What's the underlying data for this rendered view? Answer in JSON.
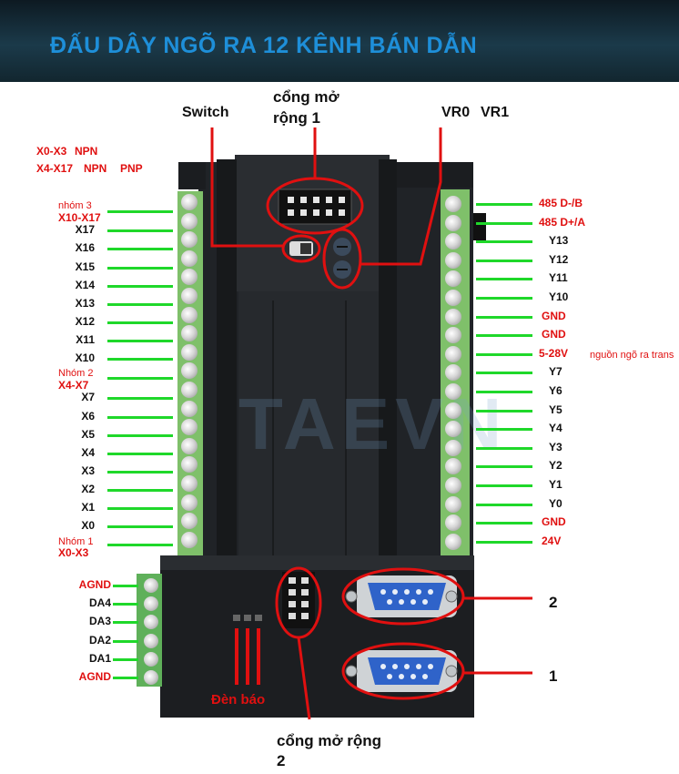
{
  "banner": {
    "title": "ĐẤU DÂY NGÕ RA 12 KÊNH BÁN DẪN"
  },
  "top_labels": {
    "switch": "Switch",
    "expansion_port_1_line1": "cổng mở",
    "expansion_port_1_line2": "rộng 1",
    "vr0": "VR0",
    "vr1": "VR1"
  },
  "input_header": {
    "line1_range": "X0-X3",
    "line1_type": "NPN",
    "line2_range": "X4-X17",
    "line2_type1": "NPN",
    "line2_type2": "PNP"
  },
  "left_pins": [
    "X17",
    "X16",
    "X15",
    "X14",
    "X13",
    "X12",
    "X11",
    "X10",
    "X7",
    "X6",
    "X5",
    "X4",
    "X3",
    "X2",
    "X1",
    "X0"
  ],
  "groups": [
    {
      "name": "nhóm 3",
      "range": "X10-X17"
    },
    {
      "name": "Nhóm 2",
      "range": "X4-X7"
    },
    {
      "name": "Nhóm 1",
      "range": "X0-X3"
    }
  ],
  "right_pins": [
    {
      "label": "485 D-/B",
      "color": "#e01010"
    },
    {
      "label": "485 D+/A",
      "color": "#e01010"
    },
    {
      "label": "Y13",
      "color": "#111111"
    },
    {
      "label": "Y12",
      "color": "#111111"
    },
    {
      "label": "Y11",
      "color": "#111111"
    },
    {
      "label": "Y10",
      "color": "#111111"
    },
    {
      "label": "GND",
      "color": "#e01010"
    },
    {
      "label": "GND",
      "color": "#e01010"
    },
    {
      "label": "5-28V",
      "color": "#e01010"
    },
    {
      "label": "Y7",
      "color": "#111111"
    },
    {
      "label": "Y6",
      "color": "#111111"
    },
    {
      "label": "Y5",
      "color": "#111111"
    },
    {
      "label": "Y4",
      "color": "#111111"
    },
    {
      "label": "Y3",
      "color": "#111111"
    },
    {
      "label": "Y2",
      "color": "#111111"
    },
    {
      "label": "Y1",
      "color": "#111111"
    },
    {
      "label": "Y0",
      "color": "#111111"
    },
    {
      "label": "GND",
      "color": "#e01010"
    },
    {
      "label": "24V",
      "color": "#e01010"
    }
  ],
  "output_source_note": "nguồn ngõ ra trans",
  "analog_pins": [
    {
      "label": "AGND",
      "color": "#e01010"
    },
    {
      "label": "DA4",
      "color": "#111111"
    },
    {
      "label": "DA3",
      "color": "#111111"
    },
    {
      "label": "DA2",
      "color": "#111111"
    },
    {
      "label": "DA1",
      "color": "#111111"
    },
    {
      "label": "AGND",
      "color": "#e01010"
    }
  ],
  "bottom_labels": {
    "leds": "Đèn báo",
    "expansion_port_2_line1": "cổng mở rộng",
    "expansion_port_2_line2": "2",
    "com2": "2",
    "com1": "1"
  },
  "watermark": "TAEVN",
  "colors": {
    "accent_blue": "#1e8fd9",
    "wire_green": "#1fd82a",
    "label_red": "#e01010",
    "terminal_green": "#7fc06a",
    "plc_body": "#1f2226"
  }
}
